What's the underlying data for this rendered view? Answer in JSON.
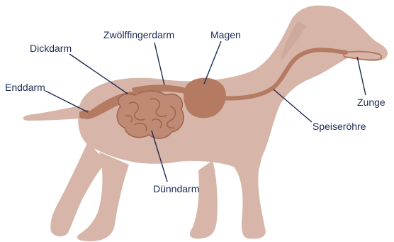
{
  "labels": {
    "dickdarm": "Dickdarm",
    "zwoelffingerdarm": "Zwölffingerdarm",
    "magen": "Magen",
    "enddarm": "Enddarm",
    "zunge": "Zunge",
    "speiseroehre": "Speiseröhre",
    "duenndarm": "Dünndarm"
  },
  "colors": {
    "body": "#d7b5a8",
    "organ": "#b57a62",
    "organ_dark": "#9c6450",
    "leader": "#1d2a55",
    "text": "#1d2a55"
  }
}
